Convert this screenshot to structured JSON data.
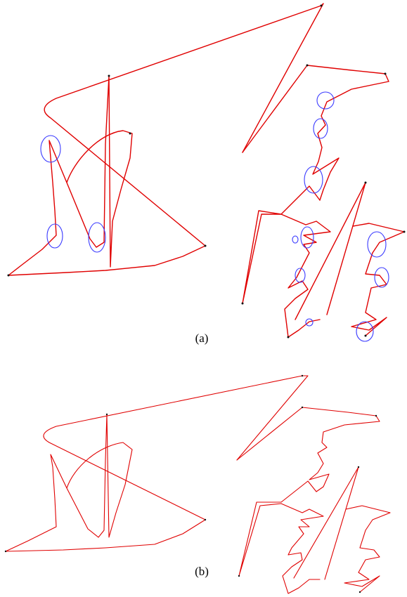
{
  "figure": {
    "panels": [
      {
        "id": "a",
        "caption": "(a)",
        "has_markers": true
      },
      {
        "id": "b",
        "caption": "(b)",
        "has_markers": false
      }
    ],
    "colors": {
      "stroke": "#e00000",
      "dots": "#111111",
      "markers": "#3a3aff"
    }
  }
}
